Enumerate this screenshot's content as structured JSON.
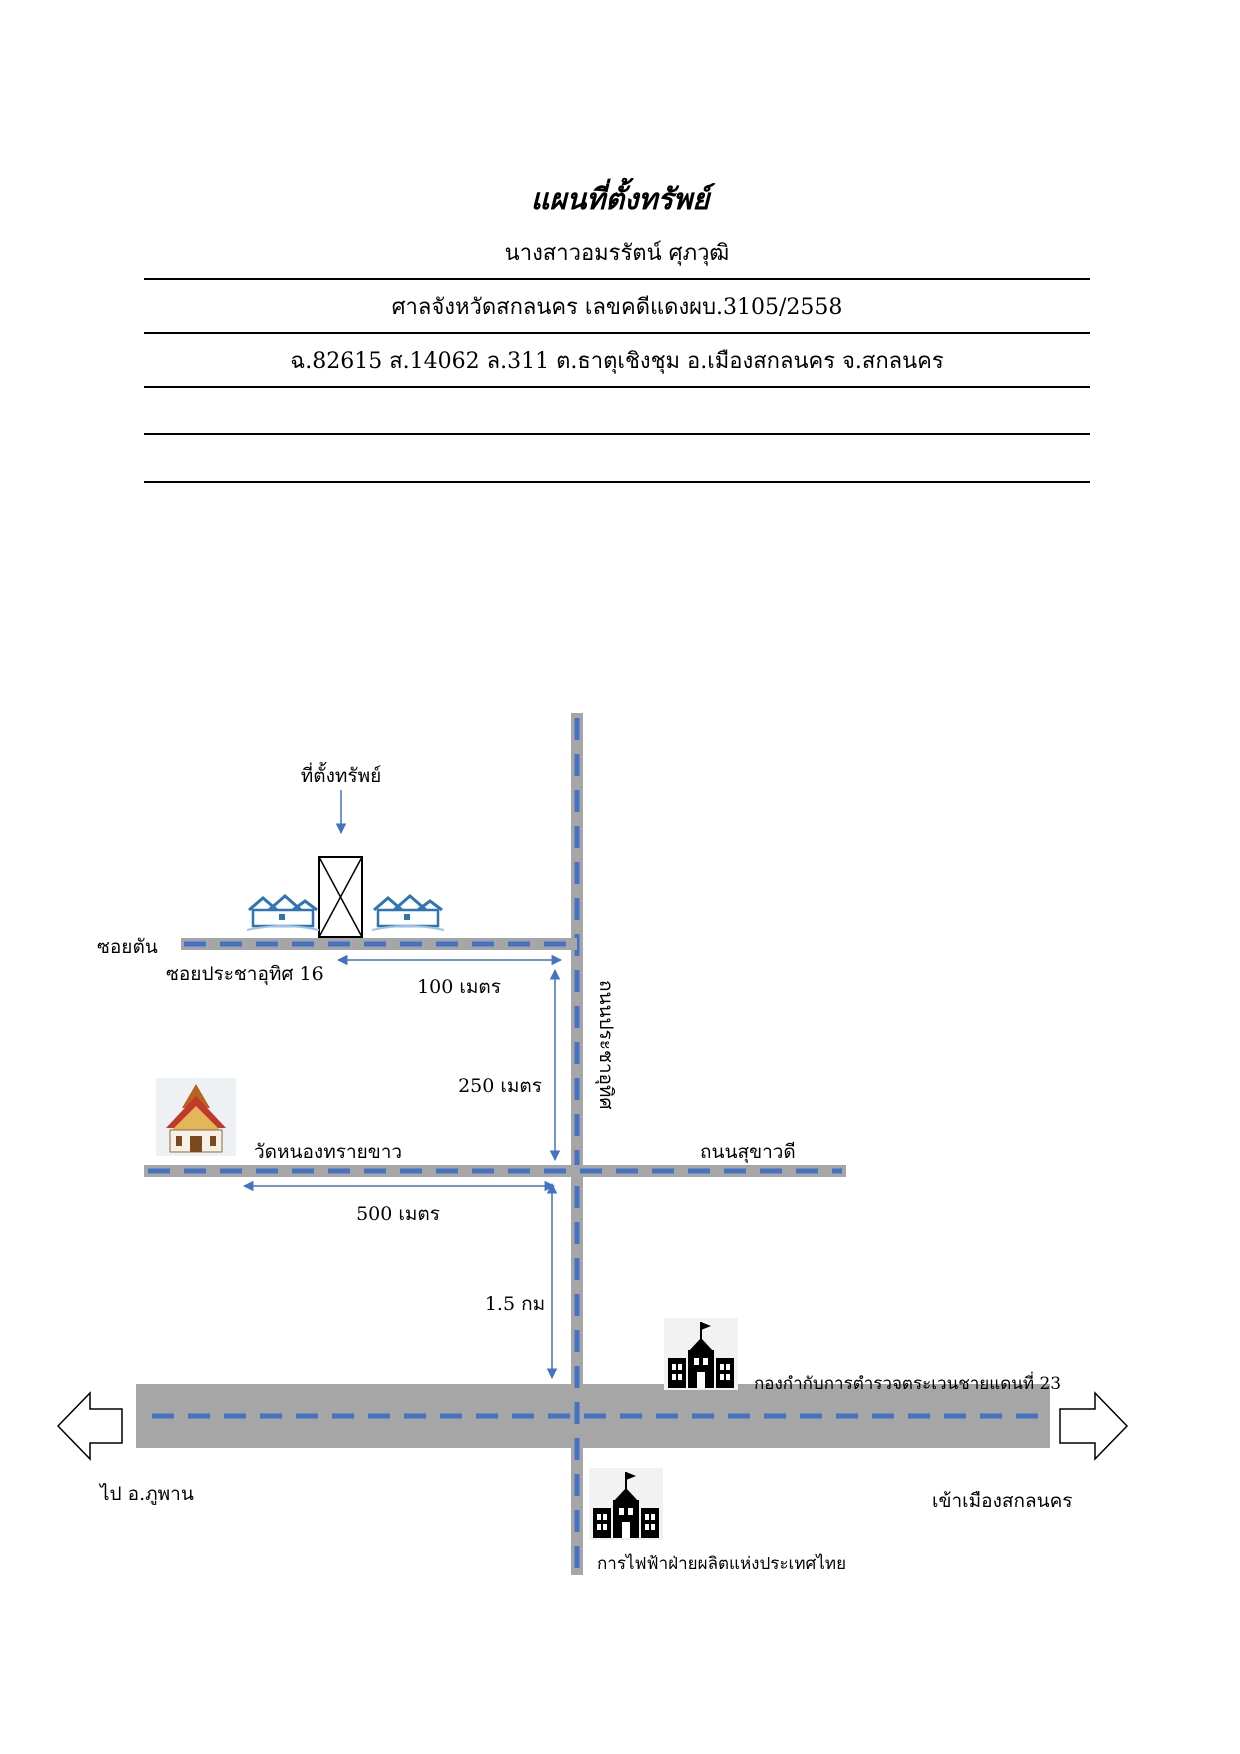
{
  "header": {
    "title": "แผนที่ตั้งทรัพย์",
    "owner": "นางสาวอมรรัตน์ ศุภวุฒิ",
    "court_case": "ศาลจังหวัดสกลนคร เลขคดีแดงผบ.3105/2558",
    "deed": "ฉ.82615 ส.14062 ล.311 ต.ธาตุเชิงชุม อ.เมืองสกลนคร จ.สกลนคร",
    "blank_line_1": "",
    "blank_line_2": ""
  },
  "map": {
    "property_label": "ที่ตั้งทรัพย์",
    "soi_end_label": "ซอยตัน",
    "soi_name": "ซอยประชาอุทิศ 16",
    "prachauthit_road": "ถนนประชาอุทิศ",
    "sukhawadi_road": "ถนนสุขาวดี",
    "temple_label": "วัดหนองทรายขาว",
    "distances": {
      "soi_to_road": "100 เมตร",
      "soi_to_junction": "250 เมตร",
      "temple_to_junction": "500 เมตร",
      "junction_to_highway": "1.5 กม"
    },
    "border_police_label": "กองกำกับการตำรวจตระเวนชายแดนที่ 23",
    "egat_label": "การไฟฟ้าฝ่ายผลิตแห่งประเทศไทย",
    "left_direction": "ไป อ.ภูพาน",
    "right_direction": "เข้าเมืองสกลนคร",
    "icons": [
      "house-icon",
      "property-box-icon",
      "house-icon",
      "temple-icon",
      "school-building-icon",
      "school-building-icon",
      "arrow-left-icon",
      "arrow-right-icon"
    ],
    "colors": {
      "road": "#a6a6a6",
      "dash": "#4472c4",
      "arrow": "#4472c4"
    }
  }
}
